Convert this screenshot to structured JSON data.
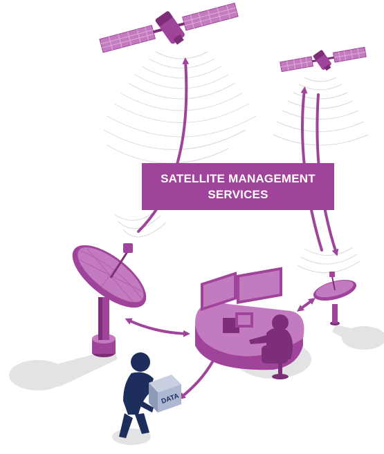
{
  "banner": {
    "line1": "SATELLITE MANAGEMENT",
    "line2": "SERVICES"
  },
  "data_box": {
    "label": "DATA"
  },
  "colors": {
    "purple": "#a0439a",
    "purple_dark": "#7c2f78",
    "purple_light": "#c37bbf",
    "navy": "#1d2d5c",
    "shadow": "#e3e3e6",
    "box": "#aeb9d1"
  },
  "icons": [
    "satellite-icon",
    "satellite-dish-icon",
    "control-desk-icon",
    "operator-icon",
    "courier-person-icon",
    "data-box-icon",
    "signal-wave-icon",
    "arrow-icon"
  ]
}
